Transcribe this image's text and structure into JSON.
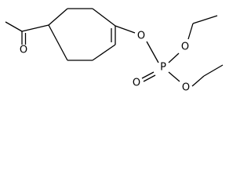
{
  "molecule": {
    "atoms": {
      "carbonyl_oxygen": "O",
      "ether_oxygen": "O",
      "phosphorus": "P",
      "phosphoryl_oxygen": "O",
      "ethoxy_oxygen_upper": "O",
      "ethoxy_oxygen_lower": "O"
    }
  },
  "colors": {
    "bond": "#000000",
    "label": "#000000",
    "background": "#ffffff"
  }
}
